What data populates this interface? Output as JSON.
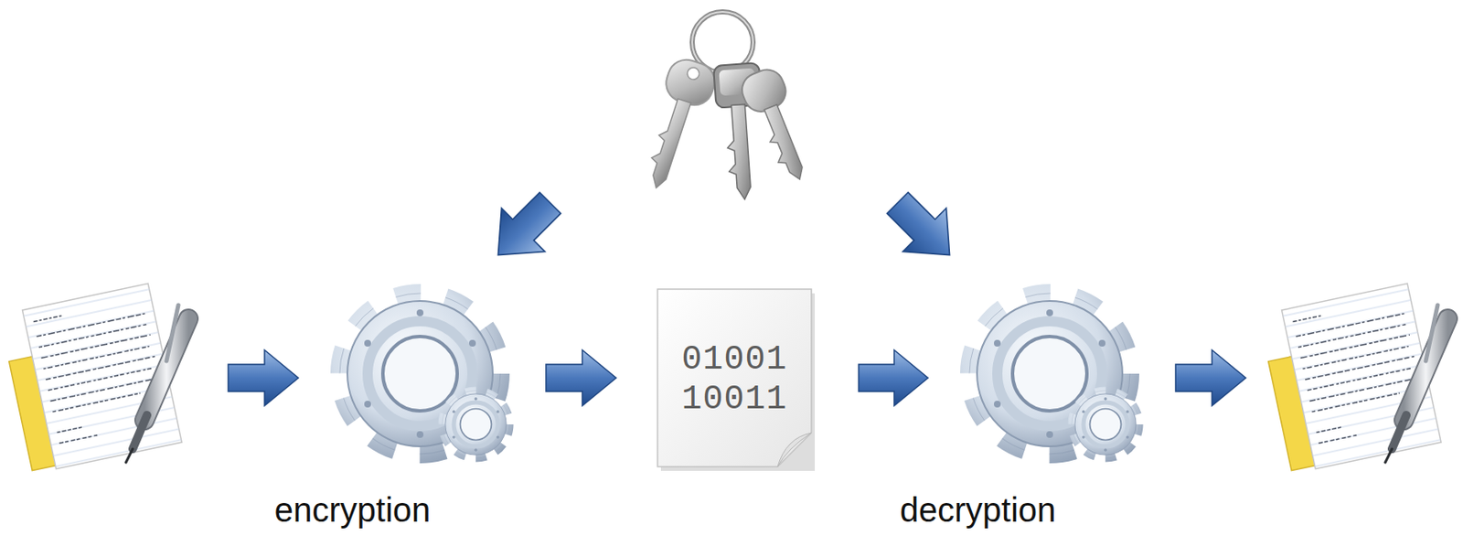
{
  "diagram": {
    "nodes": [
      {
        "text": [
          "encryption"
        ]
      },
      {
        "text": [
          "01001 10011"
        ]
      },
      {
        "text": [
          "decryption"
        ]
      }
    ],
    "edges": [
      {
        "from": 0,
        "to": 1,
        "arrow": "to"
      },
      {
        "from": 1,
        "to": 2,
        "arrow": "to"
      }
    ]
  }
}
